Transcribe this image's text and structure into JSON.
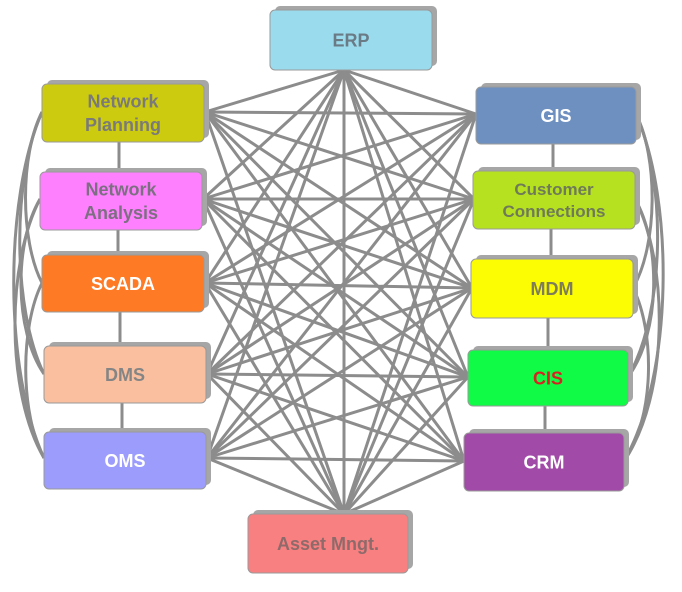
{
  "colors": {
    "connector": "#8c8c8c",
    "shadow": "#a6a6a6",
    "box_border": "#9a9a9a"
  },
  "nodes": [
    {
      "id": "erp",
      "label": [
        "ERP"
      ],
      "fill": "#9adcee",
      "text_color": "#6b7b86"
    },
    {
      "id": "network-planning",
      "label": [
        "Network",
        "Planning"
      ],
      "fill": "#cccb10",
      "text_color": "#7a7a7a"
    },
    {
      "id": "network-analysis",
      "label": [
        "Network",
        "Analysis"
      ],
      "fill": "#ff80ff",
      "text_color": "#7d6f82"
    },
    {
      "id": "scada",
      "label": [
        "SCADA"
      ],
      "fill": "#ff7a24",
      "text_color": "#ffffff"
    },
    {
      "id": "dms",
      "label": [
        "DMS"
      ],
      "fill": "#f9bf9f",
      "text_color": "#858585"
    },
    {
      "id": "oms",
      "label": [
        "OMS"
      ],
      "fill": "#9c9cfc",
      "text_color": "#ffffff"
    },
    {
      "id": "gis",
      "label": [
        "GIS"
      ],
      "fill": "#6d90c1",
      "text_color": "#ffffff"
    },
    {
      "id": "customer-connections",
      "label": [
        "Customer",
        "Connections"
      ],
      "fill": "#b6e120",
      "text_color": "#6f7a58"
    },
    {
      "id": "mdm",
      "label": [
        "MDM"
      ],
      "fill": "#fcfc02",
      "text_color": "#7d7d5a"
    },
    {
      "id": "cis",
      "label": [
        "CIS"
      ],
      "fill": "#10fb46",
      "text_color": "#d62222"
    },
    {
      "id": "crm",
      "label": [
        "CRM"
      ],
      "fill": "#a24aa7",
      "text_color": "#ffffff"
    },
    {
      "id": "asset-mngt",
      "label": [
        "Asset Mngt."
      ],
      "fill": "#f88080",
      "text_color": "#8f6a6a"
    }
  ]
}
